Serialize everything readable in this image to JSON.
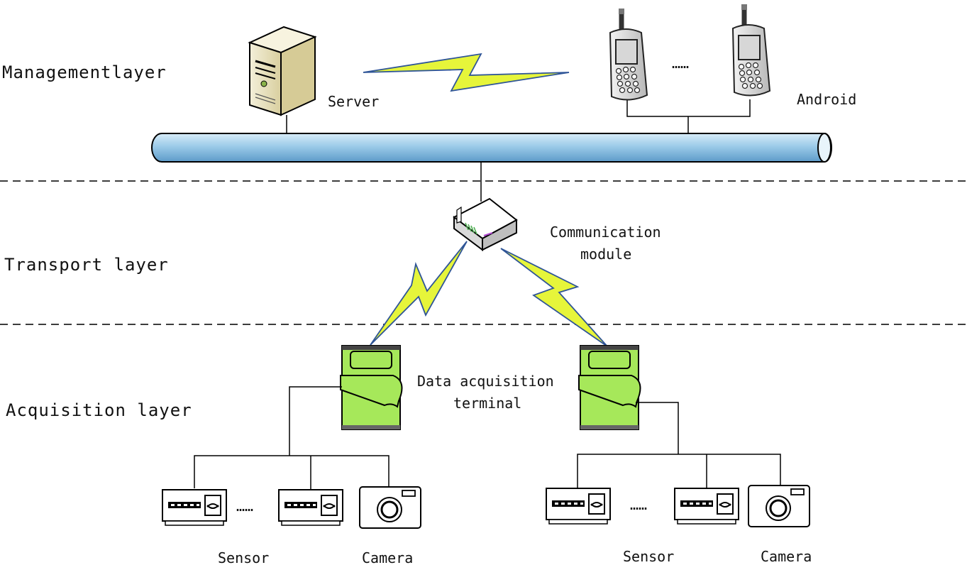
{
  "layers": {
    "management": "Managementlayer",
    "transport": "Transport layer",
    "acquisition": "Acquisition layer"
  },
  "labels": {
    "server": "Server",
    "android": "Android",
    "comm_line1": "Communication",
    "comm_line2": "module",
    "terminal_line1": "Data acquisition",
    "terminal_line2": "terminal",
    "phone_dots": "……",
    "sensor_dots": "……",
    "sensor_left": "Sensor",
    "camera_left": "Camera",
    "sensor_right": "Sensor",
    "camera_right": "Camera"
  },
  "colors": {
    "bus_fill": "#9ccbe9",
    "lightning_fill": "#e6f53a",
    "bed_green": "#a6e85a",
    "server_beige": "#e9e1bd",
    "phone_gray": "#d9d9d9"
  }
}
